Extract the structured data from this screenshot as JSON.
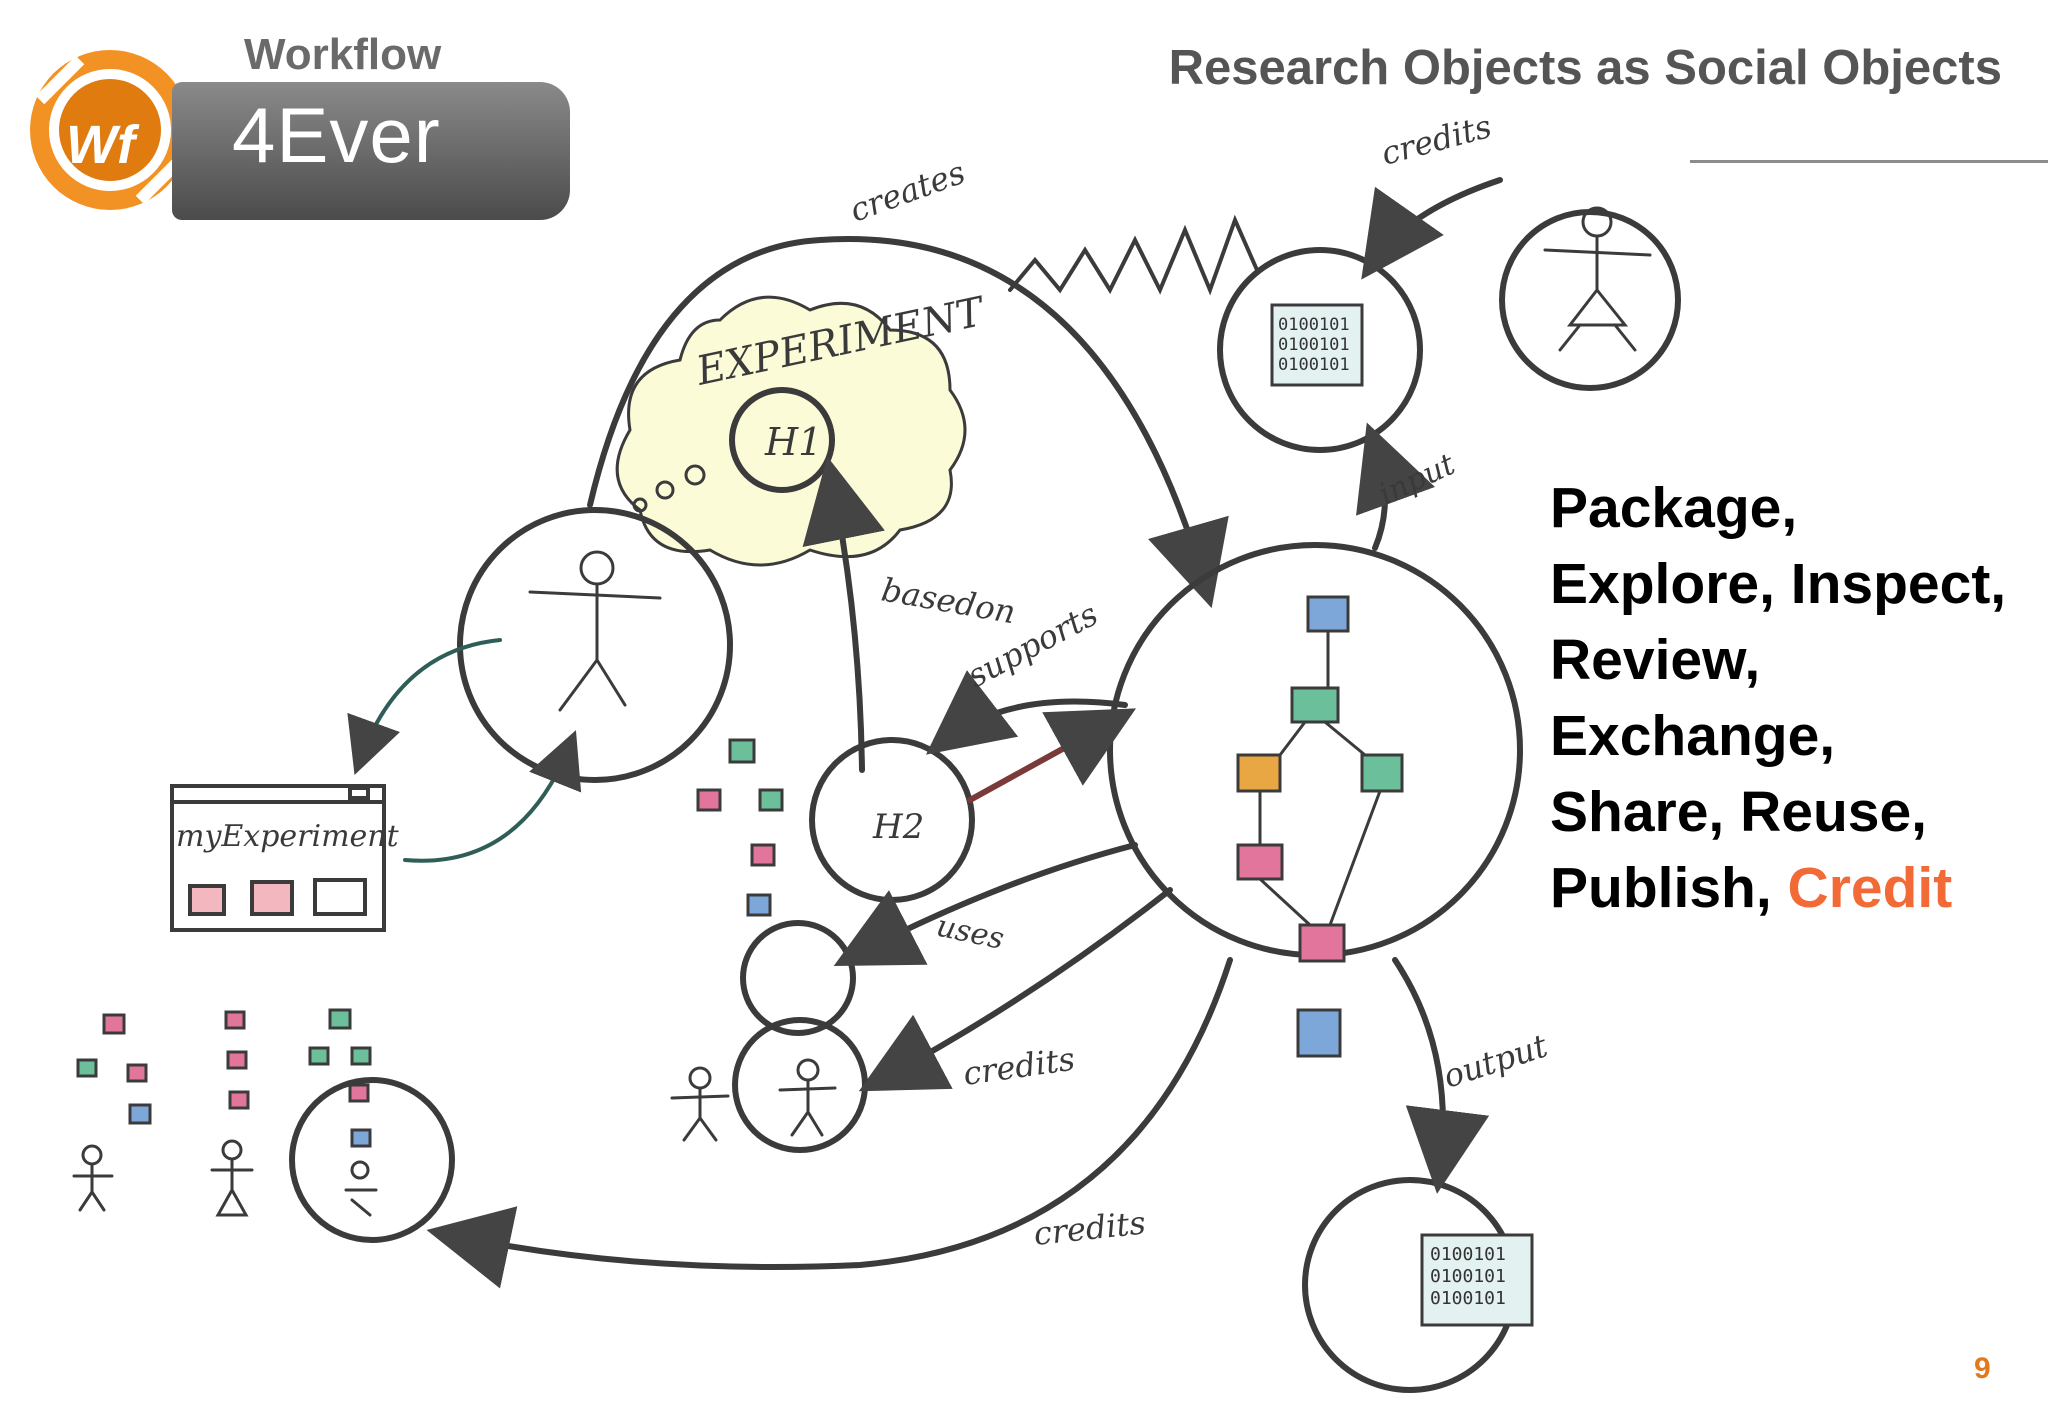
{
  "logo": {
    "kicker": "Workflow",
    "word": "4Ever",
    "mark": "Wf"
  },
  "slide": {
    "title": "Research Objects as Social Objects",
    "page_number": "9",
    "actions": [
      "Package,",
      "Explore, Inspect,",
      "Review,",
      "Exchange,",
      "Share, Reuse,",
      "Publish,"
    ],
    "highlight_action": "Credit",
    "accent_color": "#f26a36"
  },
  "sketch": {
    "experiment_label": "EXPERIMENT",
    "h1_label": "H1",
    "h2_label": "H2",
    "site_label": "myExperiment",
    "data_text": "0100101",
    "edges": {
      "creates": "creates",
      "credits_top": "credits",
      "input": "input",
      "based_on": "basedon",
      "supports": "supports",
      "uses": "uses",
      "credits_mid": "credits",
      "output": "output",
      "credits_bottom": "credits"
    }
  }
}
